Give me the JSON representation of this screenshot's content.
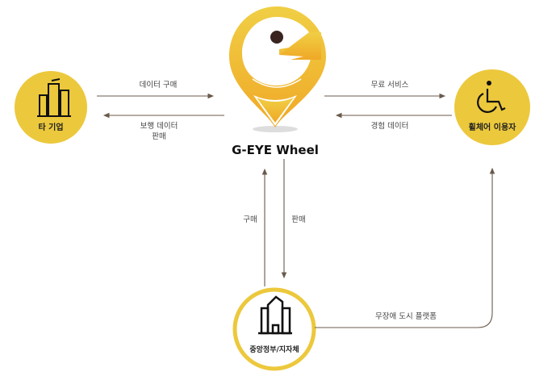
{
  "center": {
    "title": "G-EYE Wheel"
  },
  "nodes": {
    "company": "타 기업",
    "user": "휠체어 이용자",
    "government": "중앙정부/지자체"
  },
  "flows": {
    "data_purchase": "데이터 구매",
    "walking_data_sale_1": "보행 데이터",
    "walking_data_sale_2": "판매",
    "free_service": "무료 서비스",
    "experience_data": "경험 데이터",
    "purchase": "구매",
    "sale": "판매",
    "barrier_free_platform": "무장애 도시 플랫폼"
  },
  "colors": {
    "accent": "#ECC83C",
    "arrow": "#6A5A4C",
    "logo_dark": "#3A2420"
  }
}
